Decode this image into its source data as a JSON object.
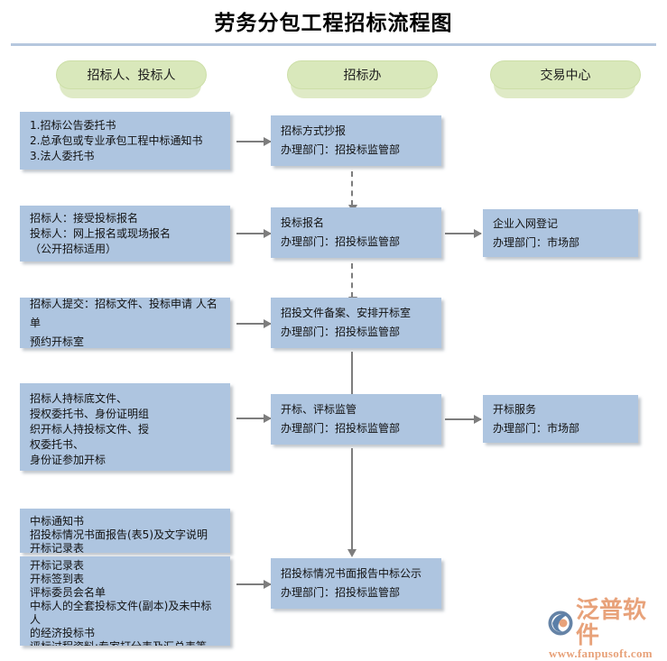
{
  "page": {
    "title": "劳务分包工程招标流程图",
    "colors": {
      "process_box_fill": "#aec5e0",
      "lane_pill_fill": "#d9e8bb",
      "divider": "#b6c7de",
      "connector": "#7d7d7d",
      "watermark": "#e8a27a"
    }
  },
  "lanes": [
    {
      "id": "lane-bidder",
      "label": "招标人、投标人"
    },
    {
      "id": "lane-tender-office",
      "label": "招标办"
    },
    {
      "id": "lane-trading-center",
      "label": "交易中心"
    }
  ],
  "boxes": {
    "left": [
      {
        "id": "box-left-1",
        "text": "1.招标公告委托书\n2.总承包或专业承包工程中标通知书\n3.法人委托书"
      },
      {
        "id": "box-left-2",
        "text": "招标人：接受投标报名\n投标人：网上报名或现场报名\n（公开招标适用）"
      },
      {
        "id": "box-left-3",
        "text": "招标人提交：招标文件、投标申请 人名单\n预约开标室"
      },
      {
        "id": "box-left-4",
        "text": "招标人持标底文件、\n授权委托书、身份证明组\n织开标人持投标文件、授\n权委托书、\n身份证参加开标"
      },
      {
        "id": "box-left-5a",
        "text": "中标通知书\n招投标情况书面报告(表5)及文字说明\n开标记录表"
      },
      {
        "id": "box-left-5b",
        "text": "开标记录表\n开标签到表\n评标委员会名单\n中标人的全套投标文件(副本)及未中标人\n的经济投标书\n评标过程资料:专家打分表及汇总表等"
      }
    ],
    "middle": [
      {
        "id": "box-mid-1",
        "title": "招标方式抄报",
        "dept": "办理部门：招投标监管部"
      },
      {
        "id": "box-mid-2",
        "title": "投标报名",
        "dept": "办理部门：招投标监管部"
      },
      {
        "id": "box-mid-3",
        "title": "招投文件备案、安排开标室",
        "dept": "办理部门：招投标监管部"
      },
      {
        "id": "box-mid-4",
        "title": "开标、评标监管",
        "dept": "办理部门：招投标监管部"
      },
      {
        "id": "box-mid-5",
        "title": "招投标情况书面报告中标公示",
        "dept": "办理部门：招投标监管部"
      }
    ],
    "right": [
      {
        "id": "box-right-1",
        "title": "企业入网登记",
        "dept": "办理部门：市场部"
      },
      {
        "id": "box-right-2",
        "title": "开标服务",
        "dept": "办理部门：市场部"
      }
    ]
  },
  "watermark": {
    "brand": "泛普软件",
    "url": "www.fanpusoft.com"
  }
}
